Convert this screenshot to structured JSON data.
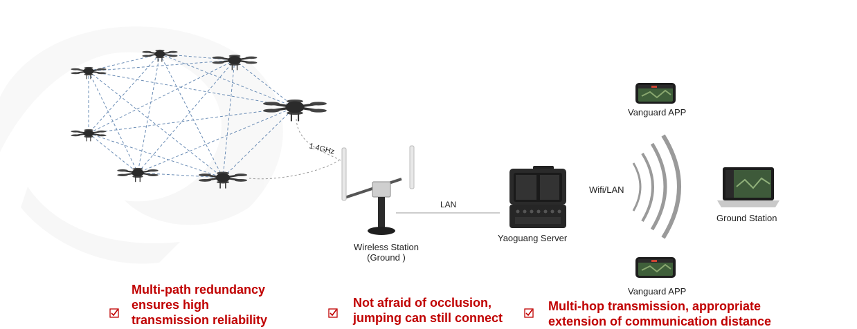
{
  "diagram": {
    "freq_label": "1.4GHz",
    "lan_label": "LAN",
    "wifi_label": "Wifi/LAN",
    "wireless_station_label": "Wireless Station",
    "wireless_station_sub": "(Ground )",
    "server_label": "Yaoguang Server",
    "ground_station_label": "Ground Station",
    "app_top_label": "Vanguard APP",
    "app_bottom_label": "Vanguard APP"
  },
  "features": [
    {
      "lines": [
        "Multi-path redundancy",
        "ensures high",
        "transmission reliability"
      ]
    },
    {
      "lines": [
        "Not afraid of occlusion,",
        "jumping can still connect"
      ]
    },
    {
      "lines": [
        "Multi-hop transmission, appropriate",
        "extension of communication distance"
      ]
    }
  ],
  "colors": {
    "accent": "#c00000",
    "mesh_line": "#6a8cb5",
    "device_dark": "#2b2b2b"
  }
}
